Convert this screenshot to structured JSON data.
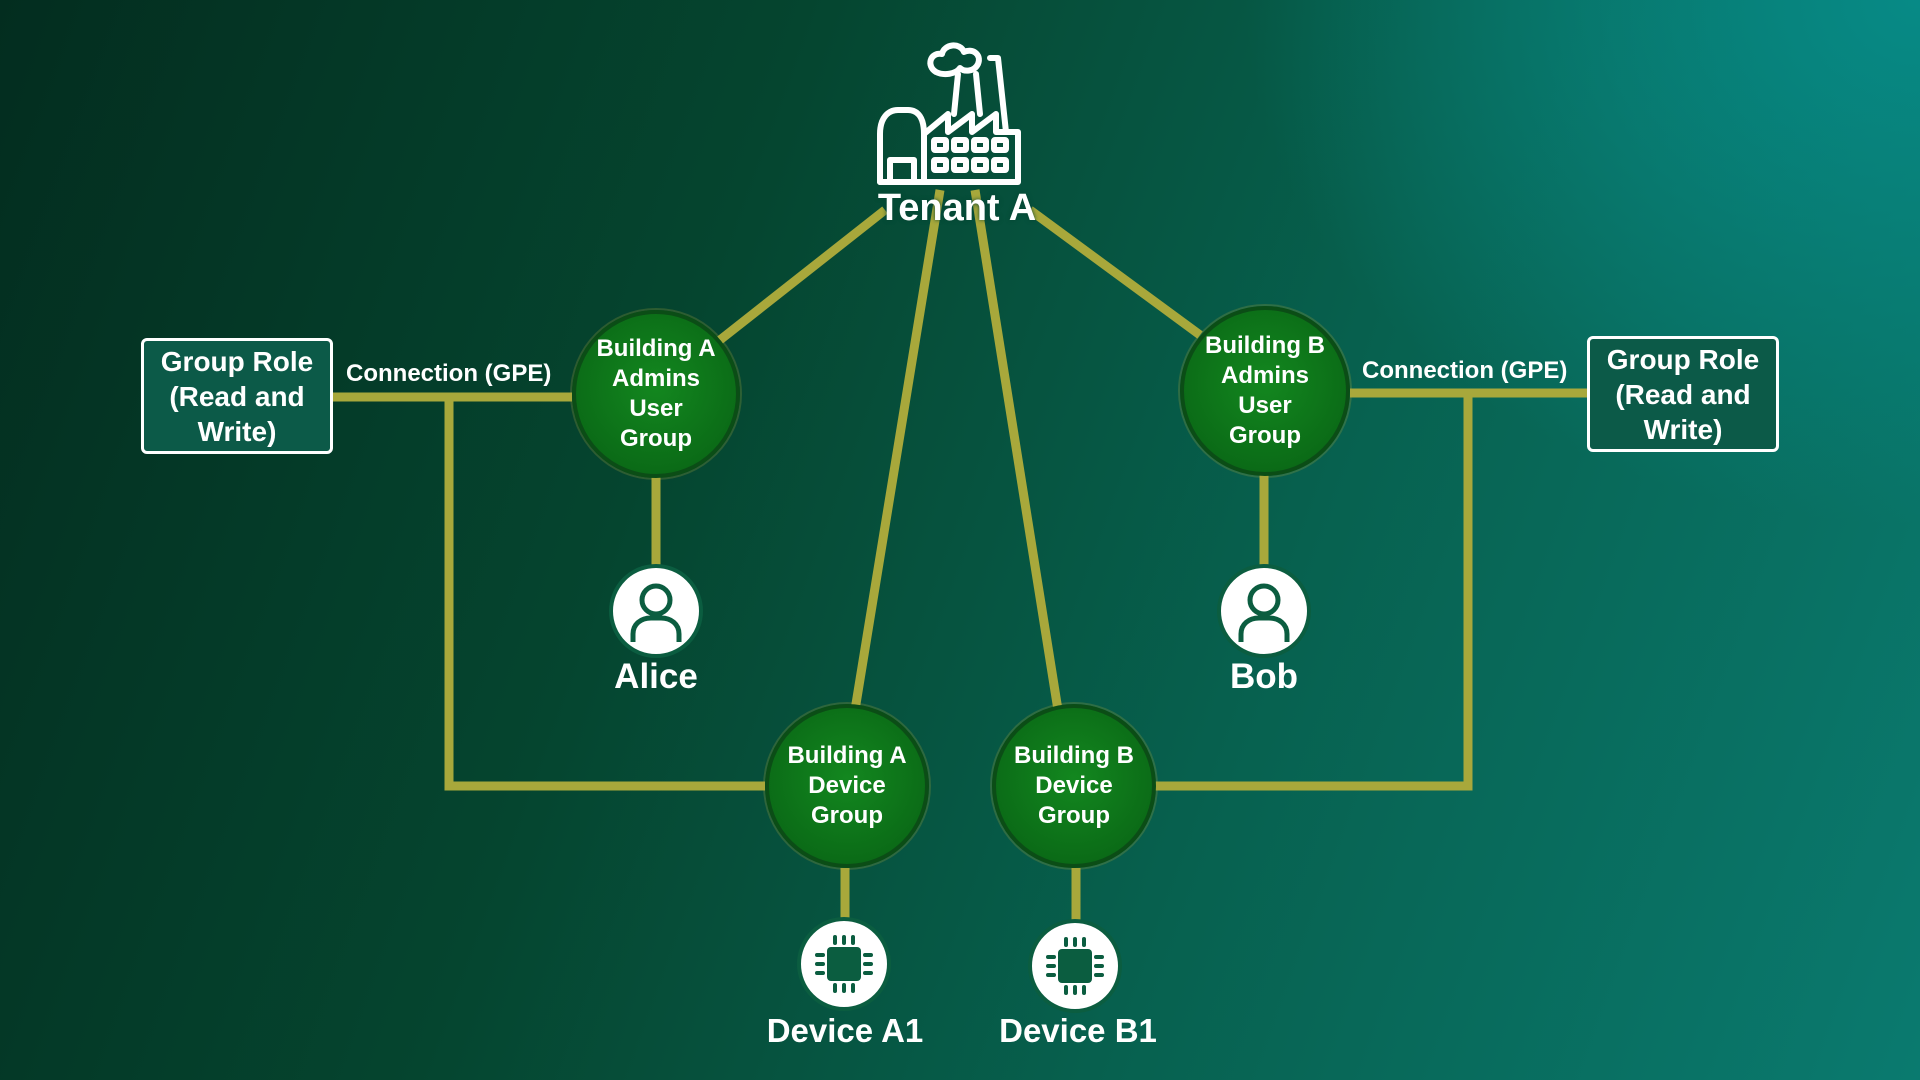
{
  "tenant": {
    "label": "Tenant A",
    "icon": "factory-icon"
  },
  "user_groups": [
    {
      "id": "a",
      "label": "Building A\nAdmins\nUser\nGroup"
    },
    {
      "id": "b",
      "label": "Building B\nAdmins\nUser\nGroup"
    }
  ],
  "device_groups": [
    {
      "id": "a",
      "label": "Building A\nDevice\nGroup"
    },
    {
      "id": "b",
      "label": "Building B\nDevice\nGroup"
    }
  ],
  "users": [
    {
      "name": "Alice",
      "icon": "user-icon"
    },
    {
      "name": "Bob",
      "icon": "user-icon"
    }
  ],
  "devices": [
    {
      "name": "Device A1",
      "icon": "chip-icon"
    },
    {
      "name": "Device B1",
      "icon": "chip-icon"
    }
  ],
  "roles": [
    {
      "label": "Group Role\n(Read and\nWrite)"
    },
    {
      "label": "Group Role\n(Read and\nWrite)"
    }
  ],
  "connections": [
    {
      "label": "Connection (GPE)"
    },
    {
      "label": "Connection (GPE)"
    }
  ],
  "colors": {
    "link": "#a8a83b",
    "group_fill": "#0b6c17",
    "role_fill": "#0c5a48",
    "background_dark": "#032d1f",
    "background_light": "#078a86"
  }
}
